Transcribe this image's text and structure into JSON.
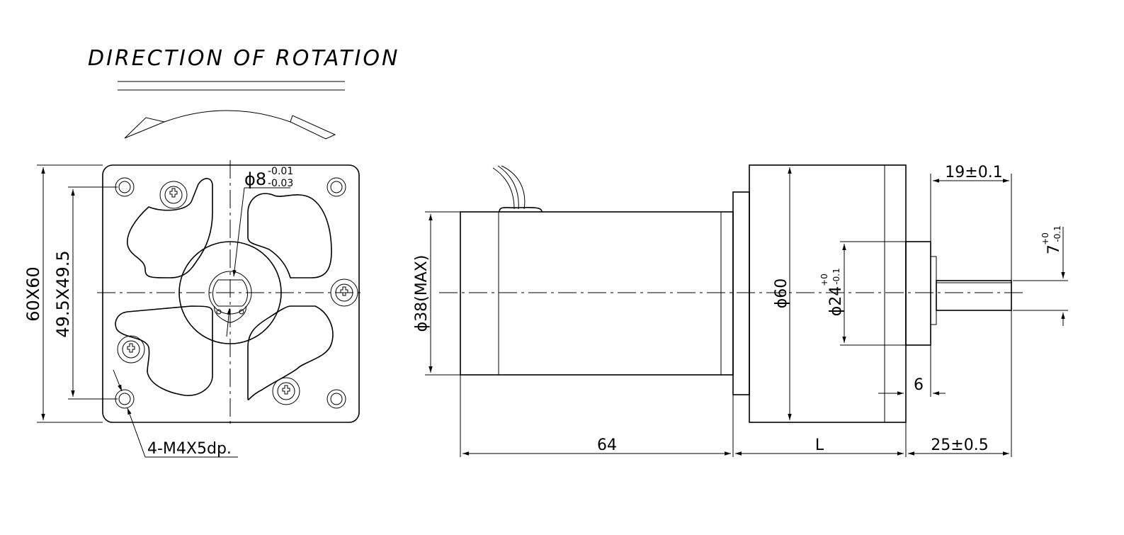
{
  "title": "DIRECTION OF ROTATION",
  "front_view": {
    "dim_outer": "60X60",
    "dim_holes": "49.5X49.5",
    "shaft_dia": "ϕ8",
    "shaft_tol_upper": "-0.01",
    "shaft_tol_lower": "-0.03",
    "holes_note": "4-M4X5dp."
  },
  "side_view": {
    "motor_dia": "ϕ38(MAX)",
    "gearbox_dia": "ϕ60",
    "pilot_dia": "ϕ24",
    "pilot_tol_upper": "+0",
    "pilot_tol_lower": "-0.1",
    "motor_length": "64",
    "gearbox_length": "L",
    "shaft_length": "25±0.5",
    "shaft_flat_length": "19±0.1",
    "shaft_flat": "7",
    "shaft_flat_tol_upper": "+0",
    "shaft_flat_tol_lower": "-0.1",
    "pilot_height": "6"
  }
}
